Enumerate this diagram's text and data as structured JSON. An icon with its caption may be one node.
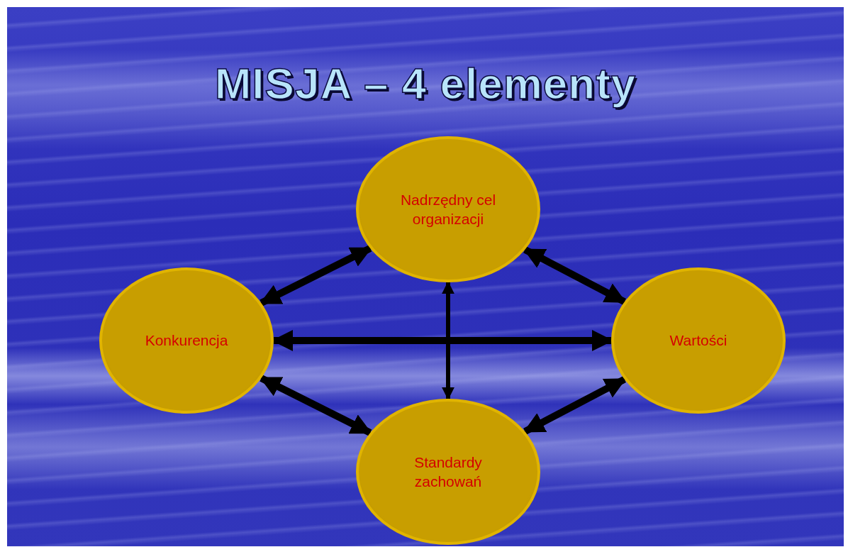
{
  "diagram": {
    "title": "MISJA – 4 elementy",
    "nodes": [
      {
        "text": [
          "Nadrzędny cel organizacji"
        ]
      },
      {
        "text": [
          "Konkurencja"
        ]
      },
      {
        "text": [
          "Wartości"
        ]
      },
      {
        "text": [
          "Standardy zachowań"
        ]
      }
    ],
    "edges": [
      {
        "from": 0,
        "to": 1,
        "arrow": "both"
      },
      {
        "from": 0,
        "to": 2,
        "arrow": "both"
      },
      {
        "from": 1,
        "to": 2,
        "arrow": "both"
      },
      {
        "from": 0,
        "to": 3,
        "arrow": "both"
      },
      {
        "from": 1,
        "to": 3,
        "arrow": "both"
      },
      {
        "from": 2,
        "to": 3,
        "arrow": "both"
      }
    ]
  }
}
